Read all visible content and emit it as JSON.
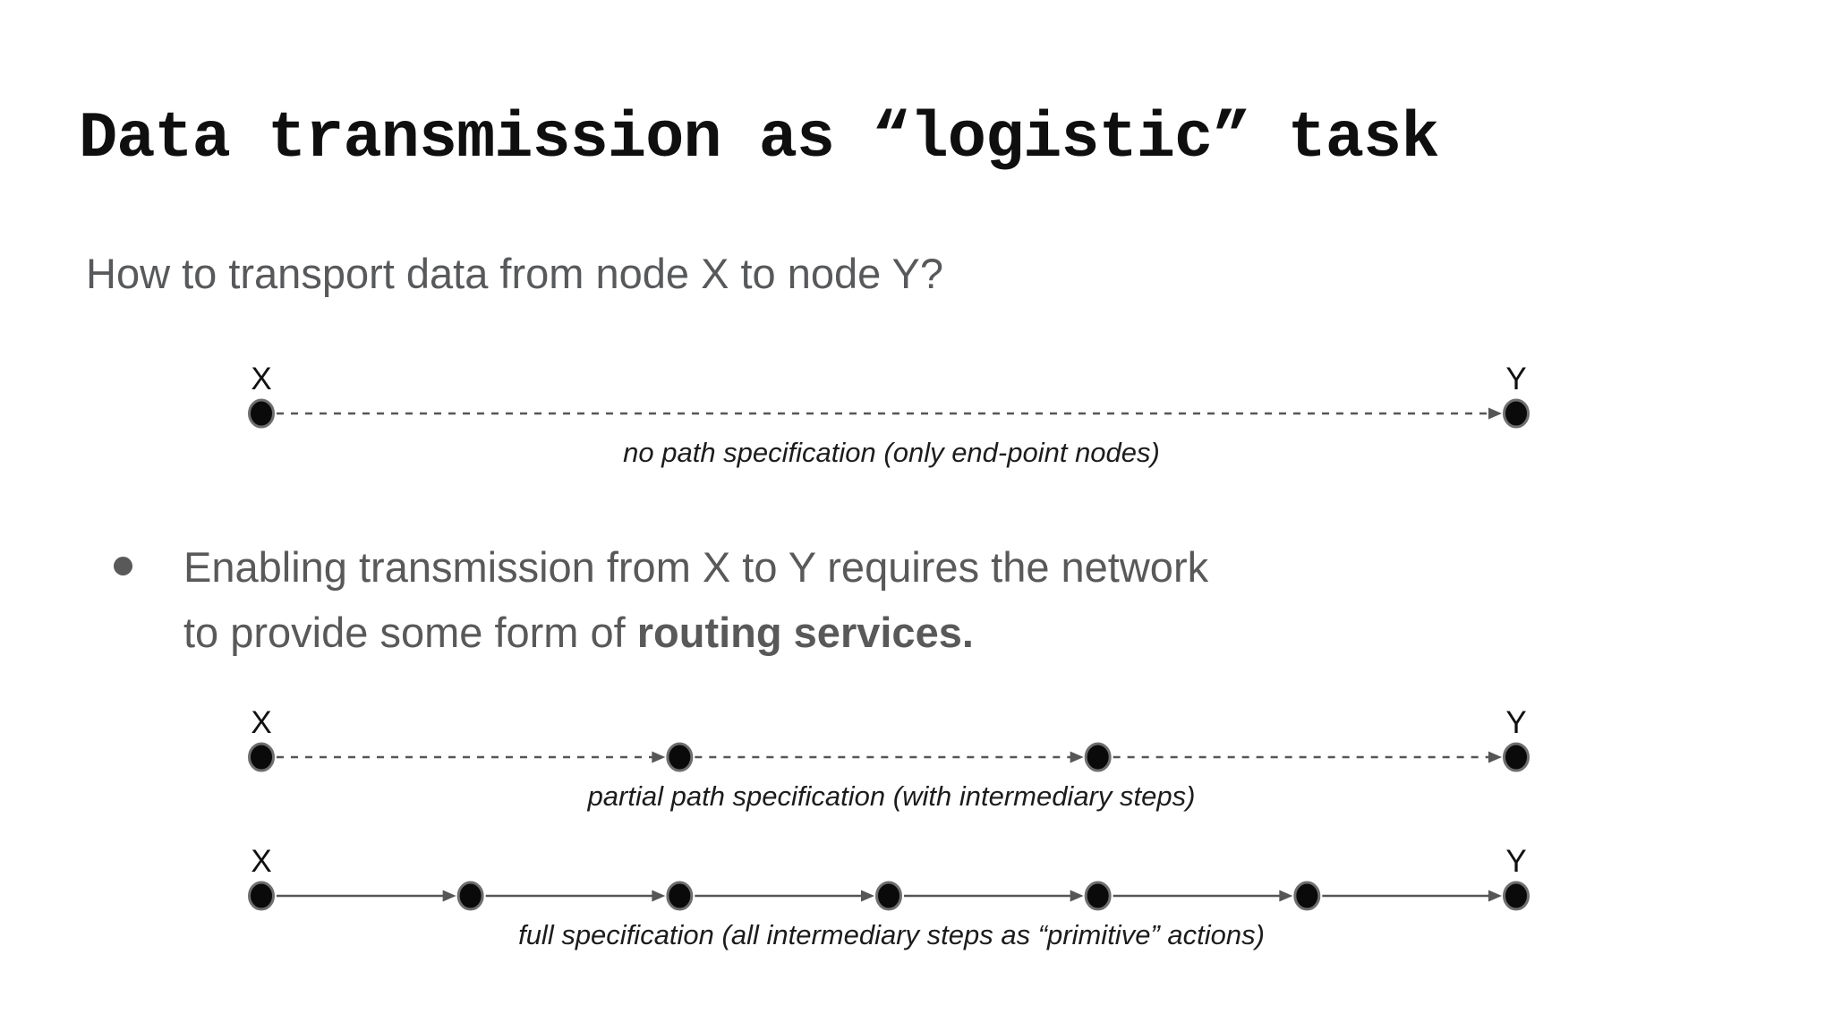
{
  "slide": {
    "title": "Data transmission as “logistic” task",
    "subtitle": "How to transport data from node X to node Y?",
    "bullet": {
      "line1": "Enabling transmission from X to Y requires the network",
      "line2_normal": "to provide some form of ",
      "line2_bold": "routing services."
    },
    "diagrams": [
      {
        "left_label": "X",
        "right_label": "Y",
        "node_count": 2,
        "line_style": "dashed",
        "caption": "no path specification (only end-point nodes)"
      },
      {
        "left_label": "X",
        "right_label": "Y",
        "node_count": 4,
        "line_style": "dashed",
        "caption": "partial path specification (with intermediary steps)"
      },
      {
        "left_label": "X",
        "right_label": "Y",
        "node_count": 7,
        "line_style": "solid",
        "caption": "full specification (all intermediary steps as “primitive” actions)"
      }
    ],
    "colors": {
      "line": "#565656",
      "node_fill": "#0a0a0a",
      "node_ring": "#6e6e6e",
      "text_gray": "#595959",
      "title_black": "#0f0f0f",
      "caption_black": "#1c1c1c"
    }
  }
}
